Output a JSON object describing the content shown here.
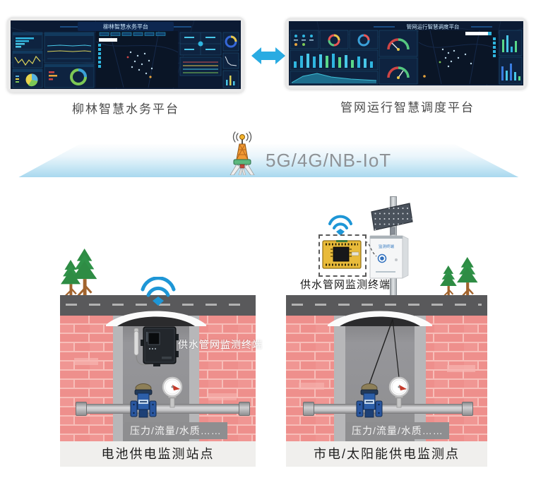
{
  "top": {
    "left_dashboard": {
      "screen_title": "柳林智慧水务平台",
      "caption": "柳林智慧水务平台"
    },
    "right_dashboard": {
      "screen_title": "管网运行智慧调度平台",
      "caption": "管网运行智慧调度平台"
    }
  },
  "band": {
    "label": "5G/4G/NB-IoT"
  },
  "stations": {
    "left": {
      "terminal_label": "供水管网监测终端",
      "metrics_label": "压力/流量/水质……",
      "caption": "电池供电监测站点"
    },
    "right": {
      "terminal_label": "供水管网监测终端",
      "cabinet_label": "监测终端",
      "metrics_label": "压力/流量/水质……",
      "caption": "市电/太阳能供电监测点"
    }
  },
  "colors": {
    "sync_arrow": "#29abe2",
    "wifi_blue": "#1e96d6",
    "band_blue": "#a9d9ef",
    "brick_pink": "#ee8f8c",
    "road_gray": "#59595b",
    "dashboard_bg": "#0b1a33",
    "caption_box_bg": "#f0efed"
  }
}
